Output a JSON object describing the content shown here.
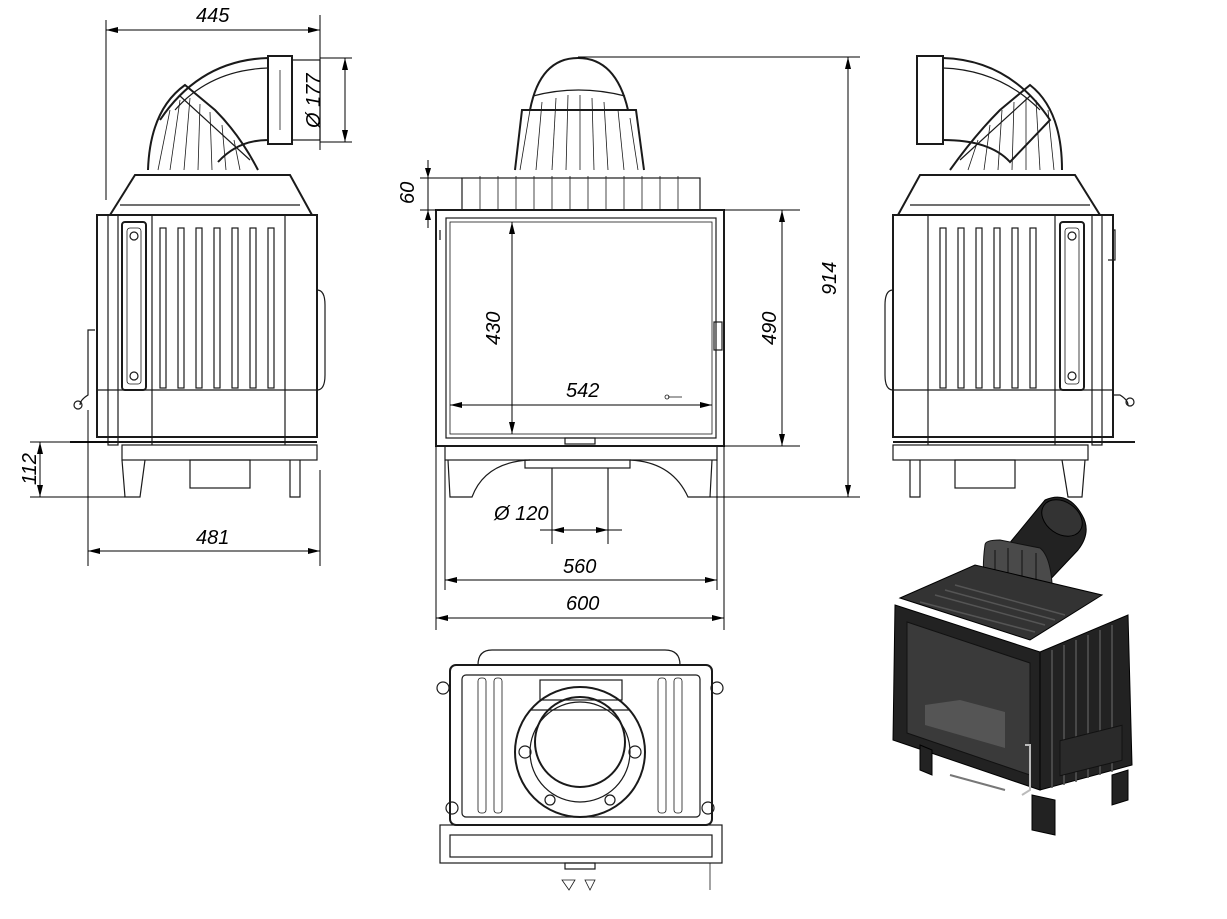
{
  "dimensions": {
    "side_depth_top": "445",
    "flue_diameter": "Ø 177",
    "side_depth_bottom": "481",
    "leg_height": "112",
    "top_offset": "60",
    "glass_height": "430",
    "glass_width": "542",
    "door_height": "490",
    "total_height": "914",
    "air_inlet_diameter": "Ø 120",
    "body_width": "560",
    "total_width": "600"
  },
  "colors": {
    "line": "#1a1a1a",
    "body_dark": "#222222"
  }
}
